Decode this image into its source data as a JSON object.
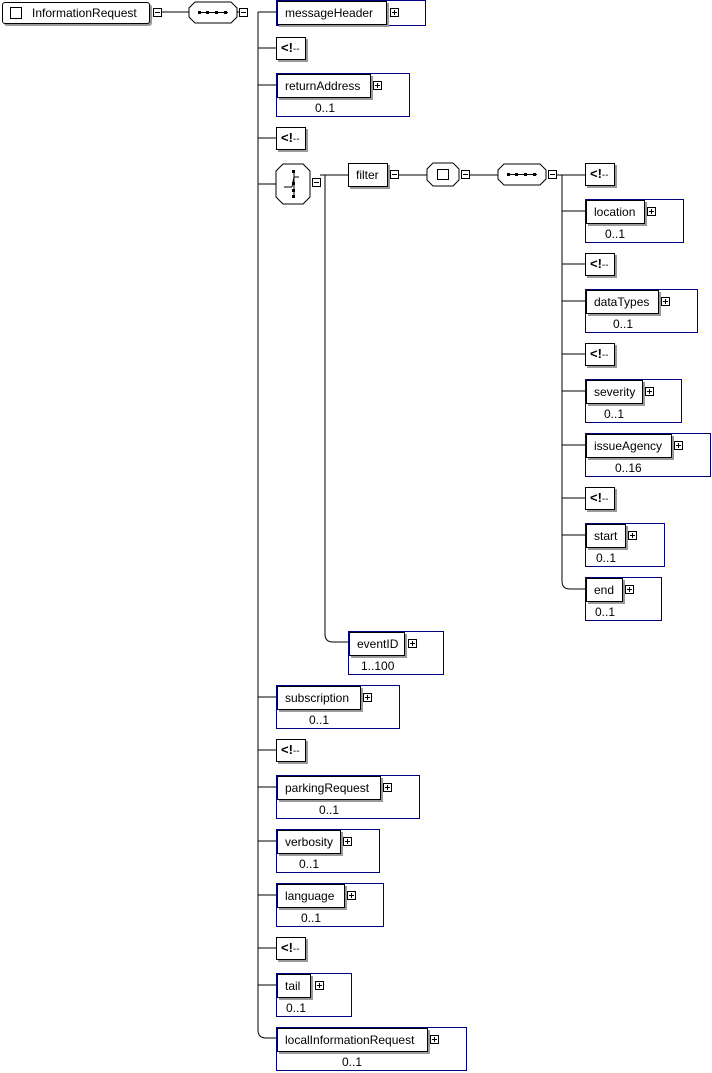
{
  "root": {
    "name": "InformationRequest"
  },
  "comment_label": "<!",
  "comment_dash": "--",
  "elements": {
    "messageHeader": {
      "name": "messageHeader",
      "card": ""
    },
    "returnAddress": {
      "name": "returnAddress",
      "card": "0..1"
    },
    "filter": {
      "name": "filter",
      "card": ""
    },
    "location": {
      "name": "location",
      "card": "0..1"
    },
    "dataTypes": {
      "name": "dataTypes",
      "card": "0..1"
    },
    "severity": {
      "name": "severity",
      "card": "0..1"
    },
    "issueAgency": {
      "name": "issueAgency",
      "card": "0..16"
    },
    "start": {
      "name": "start",
      "card": "0..1"
    },
    "end": {
      "name": "end",
      "card": "0..1"
    },
    "eventID": {
      "name": "eventID",
      "card": "1..100"
    },
    "subscription": {
      "name": "subscription",
      "card": "0..1"
    },
    "parkingRequest": {
      "name": "parkingRequest",
      "card": "0..1"
    },
    "verbosity": {
      "name": "verbosity",
      "card": "0..1"
    },
    "language": {
      "name": "language",
      "card": "0..1"
    },
    "tail": {
      "name": "tail",
      "card": "0..1"
    },
    "localInformationRequest": {
      "name": "localInformationRequest",
      "card": "0..1"
    }
  },
  "compositors": {
    "root_sequence": "sequence",
    "choice": "choice",
    "filter_all": "all",
    "filter_sequence": "sequence"
  },
  "colors": {
    "element_border": "#000080",
    "line": "#000000",
    "shadow": "#9a9a9a"
  }
}
